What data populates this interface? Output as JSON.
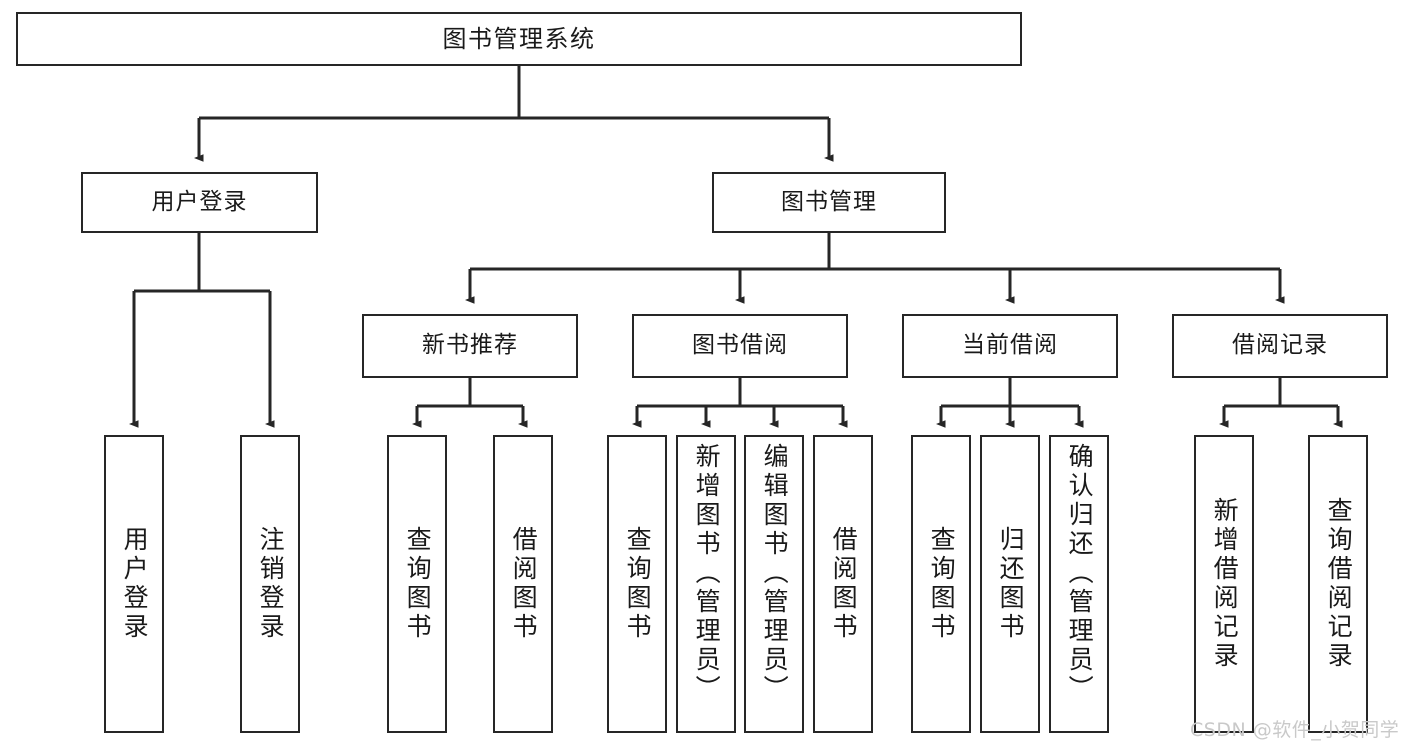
{
  "diagram": {
    "type": "tree-hierarchy",
    "title": "图书管理系统",
    "orientation": "top-down",
    "line_color": "#262626",
    "box_fill": "#ffffff",
    "text_color": "#1a1a1a"
  },
  "root": {
    "label": "图书管理系统"
  },
  "level1": [
    {
      "label": "用户登录"
    },
    {
      "label": "图书管理"
    }
  ],
  "level2": [
    {
      "label": "新书推荐"
    },
    {
      "label": "图书借阅"
    },
    {
      "label": "当前借阅"
    },
    {
      "label": "借阅记录"
    }
  ],
  "leaves": {
    "user_login": [
      {
        "label": "用户登录"
      },
      {
        "label": "注销登录"
      }
    ],
    "new_book_recommend": [
      {
        "label": "查询图书"
      },
      {
        "label": "借阅图书"
      }
    ],
    "book_borrow": [
      {
        "label": "查询图书"
      },
      {
        "label": "新增图书（管理员）"
      },
      {
        "label": "编辑图书（管理员）"
      },
      {
        "label": "借阅图书"
      }
    ],
    "current_borrow": [
      {
        "label": "查询图书"
      },
      {
        "label": "归还图书"
      },
      {
        "label": "确认归还（管理员）"
      }
    ],
    "borrow_record": [
      {
        "label": "新增借阅记录"
      },
      {
        "label": "查询借阅记录"
      }
    ]
  },
  "watermark": {
    "text": "CSDN @软件_小贺同学"
  }
}
